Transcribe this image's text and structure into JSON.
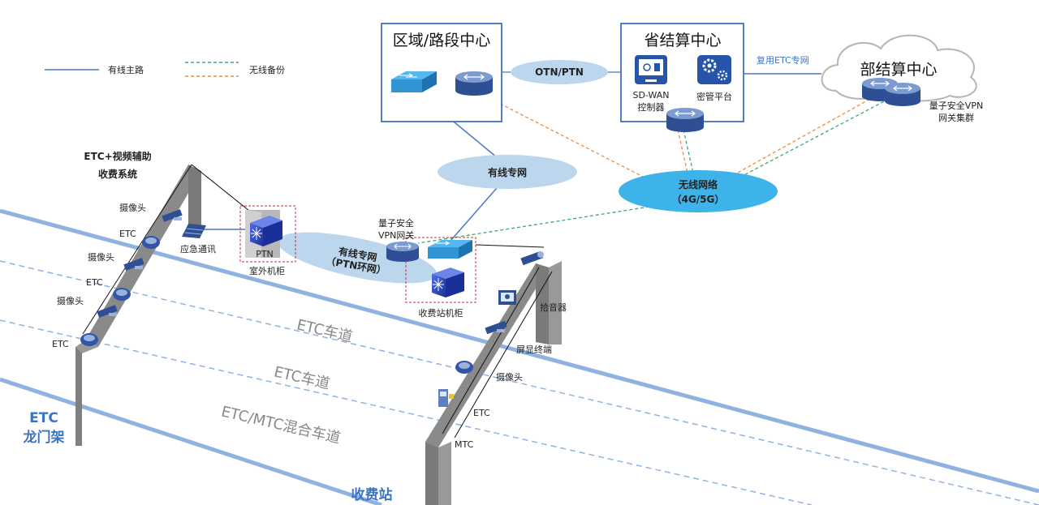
{
  "legend": {
    "wired": "有线主路",
    "wireless": "无线备份"
  },
  "centers": {
    "regional": "区域/路段中心",
    "provincial": "省结算中心",
    "ministry": "部结算中心",
    "otn": "OTN/PTN",
    "etc_private": "复用ETC专网",
    "sdwan_line1": "SD-WAN",
    "sdwan_line2": "控制器",
    "key_mgmt": "密管平台",
    "vpn_cluster_line1": "量子安全VPN",
    "vpn_cluster_line2": "网关集群"
  },
  "networks": {
    "wired": "有线专网",
    "wireless_line1": "无线网络",
    "wireless_line2": "（4G/5G）",
    "ring_line1": "有线专网",
    "ring_line2": "（PTN环网）"
  },
  "system": {
    "title_line1": "ETC+视频辅助",
    "title_line2": "收费系统"
  },
  "gantry_labels": {
    "camera1": "摄像头",
    "etc1": "ETC",
    "camera2": "摄像头",
    "etc2": "ETC",
    "camera3": "摄像头",
    "etc3": "ETC",
    "emergency": "应急通讯",
    "ptn": "PTN",
    "outdoor_cabinet": "室外机柜"
  },
  "station_labels": {
    "vpn_line1": "量子安全",
    "vpn_line2": "VPN网关",
    "cabinet": "收费站机柜",
    "pickup": "拾音器",
    "screen": "屏显终端",
    "camera": "摄像头",
    "etc": "ETC",
    "mtc": "MTC"
  },
  "lanes": {
    "lane1": "ETC车道",
    "lane2": "ETC车道",
    "lane3": "ETC/MTC混合车道"
  },
  "places": {
    "gantry_line1": "ETC",
    "gantry_line2": "龙门架",
    "toll_station": "收费站"
  },
  "colors": {
    "wired": "#4a78c2",
    "wireless_green": "#3aa86a",
    "wireless_orange": "#f08a3c",
    "cloud_blue": "#3db3ea",
    "road": "#8fb3e0"
  }
}
